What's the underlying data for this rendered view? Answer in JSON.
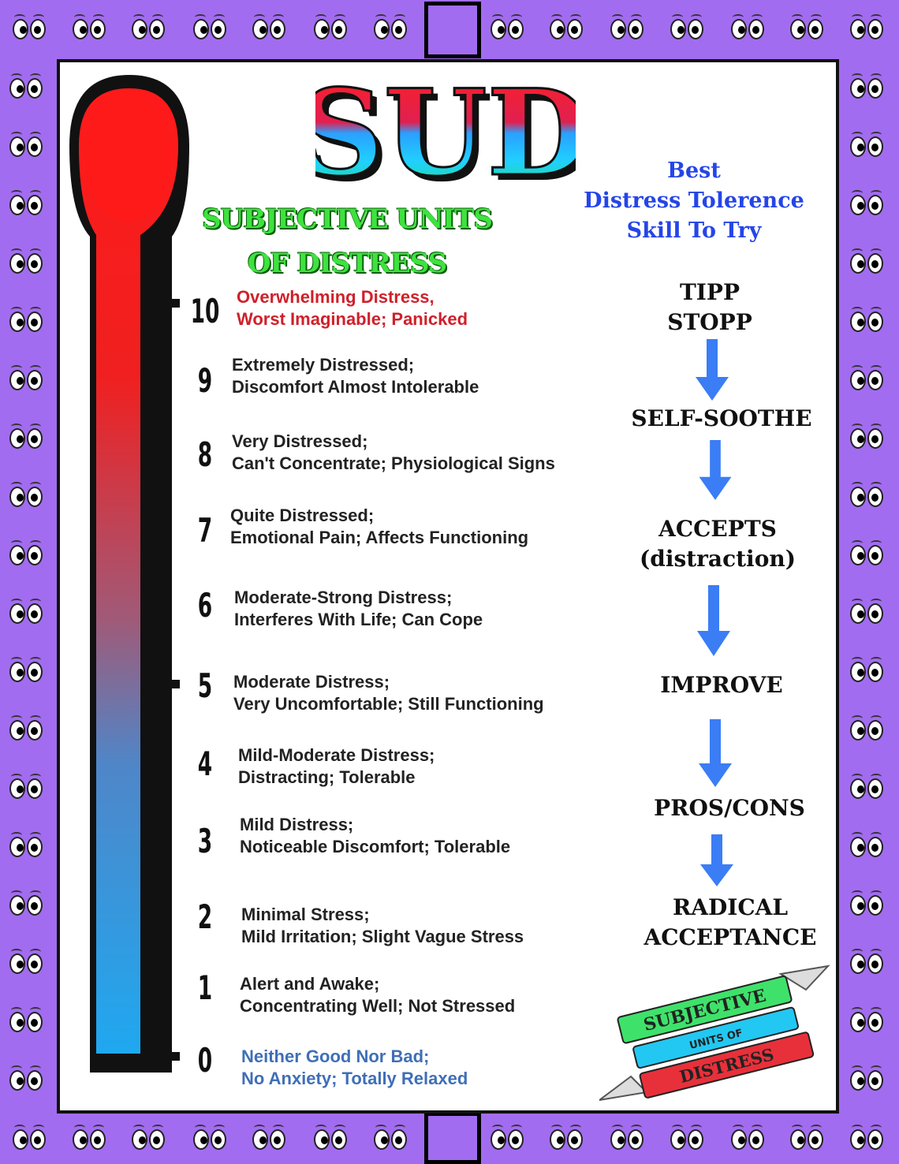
{
  "title": "SUD",
  "subtitle": [
    "SUBJECTIVE UNITS",
    "OF DISTRESS"
  ],
  "levels": [
    {
      "num": "10",
      "line1": "Overwhelming Distress,",
      "line2": "Worst Imaginable; Panicked",
      "color": "#d0202a"
    },
    {
      "num": "9",
      "line1": "Extremely Distressed;",
      "line2": "Discomfort Almost Intolerable",
      "color": "#222222"
    },
    {
      "num": "8",
      "line1": "Very Distressed;",
      "line2": "Can't Concentrate; Physiological Signs",
      "color": "#222222"
    },
    {
      "num": "7",
      "line1": "Quite Distressed;",
      "line2": "Emotional Pain; Affects Functioning",
      "color": "#222222"
    },
    {
      "num": "6",
      "line1": "Moderate-Strong Distress;",
      "line2": "Interferes With Life; Can Cope",
      "color": "#222222"
    },
    {
      "num": "5",
      "line1": "Moderate Distress;",
      "line2": "Very Uncomfortable; Still Functioning",
      "color": "#222222"
    },
    {
      "num": "4",
      "line1": "Mild-Moderate Distress;",
      "line2": "Distracting; Tolerable",
      "color": "#222222"
    },
    {
      "num": "3",
      "line1": "Mild Distress;",
      "line2": "Noticeable Discomfort; Tolerable",
      "color": "#222222"
    },
    {
      "num": "2",
      "line1": "Minimal Stress;",
      "line2": "Mild Irritation; Slight Vague Stress",
      "color": "#222222"
    },
    {
      "num": "1",
      "line1": "Alert and Awake;",
      "line2": "Concentrating Well; Not Stressed",
      "color": "#222222"
    },
    {
      "num": "0",
      "line1": "Neither Good Nor Bad;",
      "line2": "No Anxiety; Totally Relaxed",
      "color": "#3f6fb7"
    }
  ],
  "best_skill_heading": [
    "Best",
    "Distress Tolerence",
    "Skill To Try"
  ],
  "skills": [
    {
      "lines": [
        "TIPP",
        "STOPP"
      ]
    },
    {
      "lines": [
        "SELF-SOOTHE"
      ]
    },
    {
      "lines": [
        "ACCEPTS",
        "(distraction)"
      ]
    },
    {
      "lines": [
        "IMPROVE"
      ]
    },
    {
      "lines": [
        "PROS/CONS"
      ]
    },
    {
      "lines": [
        "RADICAL",
        "ACCEPTANCE"
      ]
    }
  ],
  "badge": [
    "SUBJECTIVE",
    "UNITS OF",
    "DISTRESS"
  ],
  "colors": {
    "frame": "#a26cf0",
    "thermometer_top": "#ff1a1a",
    "thermometer_bottom": "#1fa8f0",
    "subtitle": "#3ee23e",
    "heading": "#2545e8",
    "arrow": "#3a7df5"
  },
  "border_icon": "googly-eyes-icon"
}
